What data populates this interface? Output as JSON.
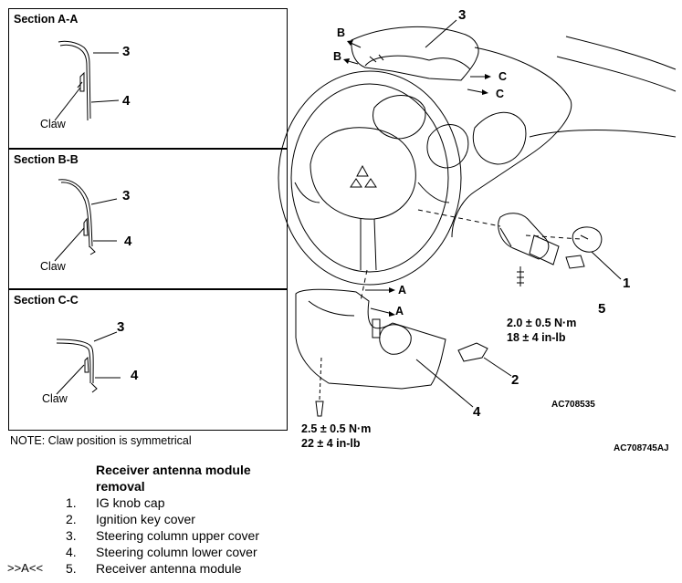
{
  "sections": [
    {
      "title": "Section A-A",
      "label_top": "3",
      "label_bottom": "4",
      "claw": "Claw"
    },
    {
      "title": "Section B-B",
      "label_top": "3",
      "label_bottom": "4",
      "claw": "Claw"
    },
    {
      "title": "Section C-C",
      "label_top": "3",
      "label_bottom": "4",
      "claw": "Claw"
    }
  ],
  "note": "NOTE: Claw position is symmetrical",
  "callouts": {
    "upper_cover": "3",
    "lower_cover": "4",
    "ig_knob_cap": "1",
    "key_cover": "2",
    "antenna_module": "5",
    "section_b1": "B",
    "section_b2": "B",
    "section_c1": "C",
    "section_c2": "C",
    "section_a1": "A",
    "section_a2": "A"
  },
  "torques": {
    "upper": {
      "nm": "2.0 ± 0.5 N·m",
      "inlb": "18 ± 4 in-lb"
    },
    "lower": {
      "nm": "2.5 ± 0.5 N·m",
      "inlb": "22 ± 4 in-lb"
    }
  },
  "figure_ids": {
    "inner": "AC708535",
    "outer": "AC708745AJ"
  },
  "procedure": {
    "title_line1": "Receiver antenna module",
    "title_line2": "removal",
    "steps": [
      {
        "ref": "",
        "num": "1.",
        "text": "IG knob cap"
      },
      {
        "ref": "",
        "num": "2.",
        "text": "Ignition key cover"
      },
      {
        "ref": "",
        "num": "3.",
        "text": "Steering column upper cover"
      },
      {
        "ref": "",
        "num": "4.",
        "text": "Steering column lower cover"
      },
      {
        "ref": ">>A<<",
        "num": "5.",
        "text": "Receiver antenna module"
      }
    ]
  }
}
